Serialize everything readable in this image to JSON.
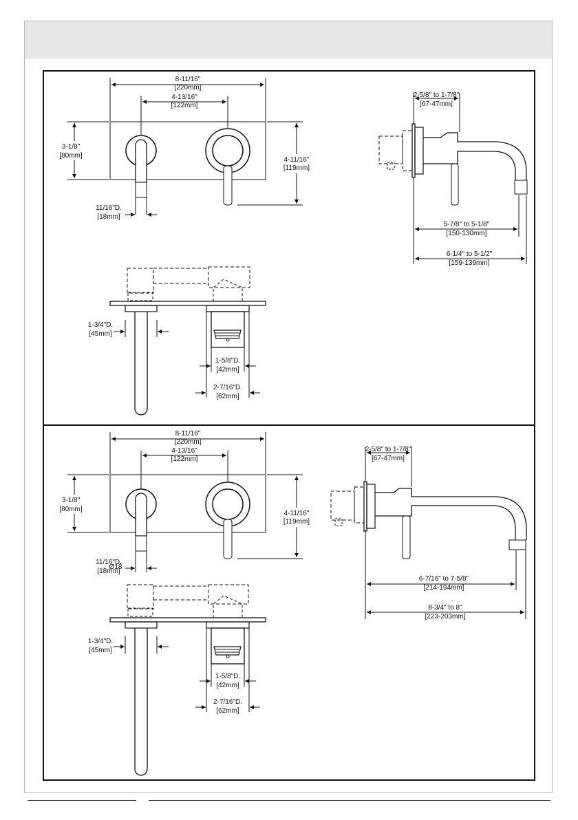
{
  "header": {
    "title": ""
  },
  "panel_top": {
    "front": {
      "overall_width_in": "8-11/16\"",
      "overall_width_mm": "[220mm]",
      "center_in": "4-13/16\"",
      "center_mm": "[122mm]",
      "plate_height_in": "3-1/8\"",
      "plate_height_mm": "[80mm]",
      "total_height_in": "4-11/16\"",
      "total_height_mm": "[119mm]",
      "spout_dia_in": "11/16\"D.",
      "spout_dia_mm": "[18mm]"
    },
    "side": {
      "projection_in": "2-5/8\" to 1-7/8\"",
      "projection_mm": "[67-47mm]",
      "reach_in": "5-7/8\" to 5-1/8\"",
      "reach_mm": "[150-130mm]",
      "total_reach_in": "6-1/4\" to 5-1/2\"",
      "total_reach_mm": "[159-139mm]"
    },
    "plan": {
      "spout_dia_in": "1-3/4\"D.",
      "spout_dia_mm": "[45mm]",
      "handle_dia_in": "1-5/8\"D.",
      "handle_dia_mm": "[42mm]",
      "escutcheon_dia_in": "2-7/16\"D.",
      "escutcheon_dia_mm": "[62mm]"
    }
  },
  "panel_bottom": {
    "front": {
      "overall_width_in": "8-11/16\"",
      "overall_width_mm": "[220mm]",
      "center_in": "4-13/16\"",
      "center_mm": "[122mm]",
      "plate_height_in": "3-1/8\"",
      "plate_height_mm": "[80mm]",
      "total_height_in": "4-11/16\"",
      "total_height_mm": "[119mm]",
      "spout_dia_in": "11/16\"D.",
      "spout_dia_mm": "[18mm]",
      "spout_dia_alt": "Ø18"
    },
    "side": {
      "projection_in": "2-5/8\" to 1-7/8\"",
      "projection_mm": "[67-47mm]",
      "reach_in": "6-7/16\" to 7-5/8\"",
      "reach_mm": "[214-194mm]",
      "total_reach_in": "8-3/4\" to 8\"",
      "total_reach_mm": "[223-203mm]"
    },
    "plan": {
      "spout_dia_in": "1-3/4\"D.",
      "spout_dia_mm": "[45mm]",
      "handle_dia_in": "1-5/8\"D.",
      "handle_dia_mm": "[42mm]",
      "escutcheon_dia_in": "2-7/16\"D.",
      "escutcheon_dia_mm": "[62mm]"
    }
  }
}
